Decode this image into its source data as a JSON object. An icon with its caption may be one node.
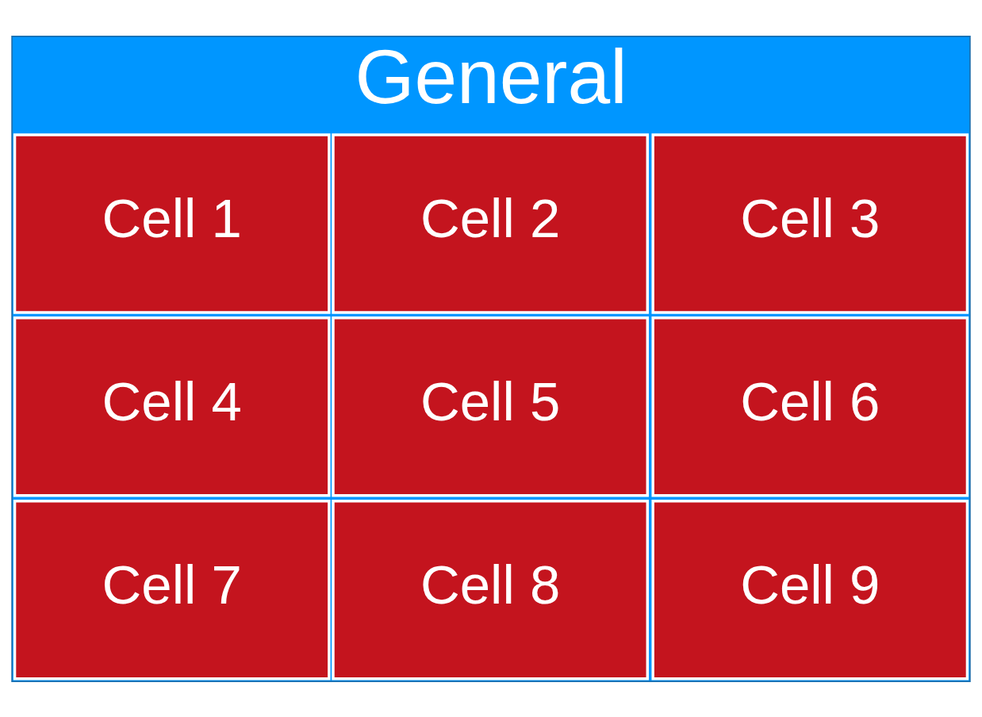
{
  "diagram": {
    "nodes": [
      {
        "text": [
          "General"
        ]
      },
      {
        "text": [
          "Cell 1"
        ],
        "in": 0
      },
      {
        "text": [
          "Cell 2"
        ],
        "in": 0
      },
      {
        "text": [
          "Cell 3"
        ],
        "in": 0
      },
      {
        "text": [
          "Cell 4"
        ],
        "in": 0
      },
      {
        "text": [
          "Cell 5"
        ],
        "in": 0
      },
      {
        "text": [
          "Cell 6"
        ],
        "in": 0
      },
      {
        "text": [
          "Cell 7"
        ],
        "in": 0
      },
      {
        "text": [
          "Cell 8"
        ],
        "in": 0
      },
      {
        "text": [
          "Cell 9"
        ],
        "in": 0
      }
    ],
    "edges": []
  }
}
